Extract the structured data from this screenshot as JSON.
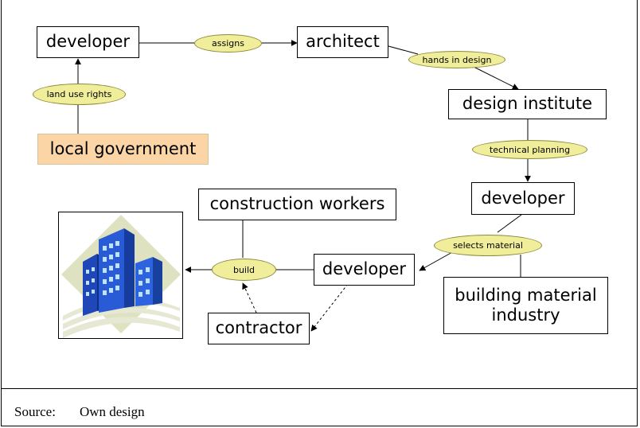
{
  "nodes": {
    "developer_top": "developer",
    "architect": "architect",
    "local_government": "local government",
    "design_institute": "design institute",
    "developer_mid": "developer",
    "construction_workers": "construction workers",
    "developer_bottom": "developer",
    "building_material_industry": "building material industry",
    "contractor": "contractor"
  },
  "edge_labels": {
    "assigns": "assigns",
    "land_use_rights": "land use rights",
    "hands_in_design": "hands in design",
    "technical_planning": "technical planning",
    "selects_material": "selects material",
    "build": "build"
  },
  "source": {
    "label": "Source:",
    "text": "Own design"
  },
  "colors": {
    "pill_fill": "#f0ee9a",
    "orange_box": "#fbd5a5",
    "building_blue": "#2a5bd7"
  }
}
